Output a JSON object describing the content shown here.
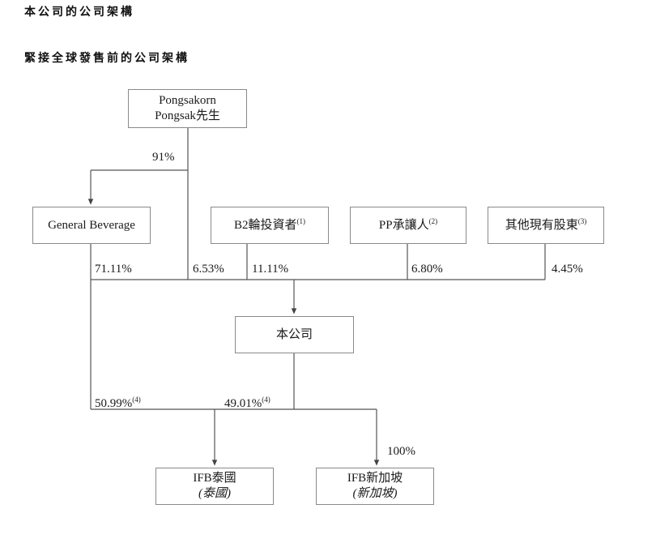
{
  "headings": {
    "main": "本公司的公司架構",
    "sub": "緊接全球發售前的公司架構"
  },
  "chart_data": {
    "type": "diagram",
    "title": "緊接全球發售前的公司架構",
    "nodes": [
      {
        "id": "pongsakorn",
        "line1": "Pongsakorn",
        "line2": "Pongsak先生",
        "footnote": ""
      },
      {
        "id": "general-beverage",
        "line1": "General Beverage",
        "line2": "",
        "footnote": ""
      },
      {
        "id": "b2-investors",
        "line1": "B2輪投資者",
        "line2": "",
        "footnote": "1"
      },
      {
        "id": "pp-transferee",
        "line1": "PP承讓人",
        "line2": "",
        "footnote": "2"
      },
      {
        "id": "other-holders",
        "line1": "其他現有股東",
        "line2": "",
        "footnote": "3"
      },
      {
        "id": "company",
        "line1": "本公司",
        "line2": "",
        "footnote": ""
      },
      {
        "id": "ifb-thailand",
        "line1": "IFB泰國",
        "line2": "(泰國)",
        "footnote": ""
      },
      {
        "id": "ifb-singapore",
        "line1": "IFB新加坡",
        "line2": "(新加坡)",
        "footnote": ""
      }
    ],
    "edges": [
      {
        "from": "pongsakorn",
        "to": "general-beverage",
        "value": "91%",
        "footnote": ""
      },
      {
        "from": "general-beverage",
        "to": "company",
        "value": "71.11%",
        "footnote": ""
      },
      {
        "from": "pongsakorn",
        "to": "company",
        "value": "6.53%",
        "footnote": ""
      },
      {
        "from": "b2-investors",
        "to": "company",
        "value": "11.11%",
        "footnote": ""
      },
      {
        "from": "pp-transferee",
        "to": "company",
        "value": "6.80%",
        "footnote": ""
      },
      {
        "from": "other-holders",
        "to": "company",
        "value": "4.45%",
        "footnote": ""
      },
      {
        "from": "general-beverage",
        "to": "ifb-thailand",
        "value": "50.99%",
        "footnote": "4"
      },
      {
        "from": "company",
        "to": "ifb-thailand",
        "value": "49.01%",
        "footnote": "4"
      },
      {
        "from": "company",
        "to": "ifb-singapore",
        "value": "100%",
        "footnote": ""
      }
    ]
  },
  "nodes": {
    "pongsakorn": {
      "line1": "Pongsakorn",
      "line2": "Pongsak先生"
    },
    "general_beverage": {
      "line1": "General Beverage"
    },
    "b2_investors": {
      "line1": "B2輪投資者",
      "footnote": "(1)"
    },
    "pp_transferee": {
      "line1": "PP承讓人",
      "footnote": "(2)"
    },
    "other_holders": {
      "line1": "其他現有股東",
      "footnote": "(3)"
    },
    "company": {
      "line1": "本公司"
    },
    "ifb_thailand": {
      "line1": "IFB泰國",
      "line2": "(泰國)"
    },
    "ifb_singapore": {
      "line1": "IFB新加坡",
      "line2": "(新加坡)"
    }
  },
  "labels": {
    "pct_91": {
      "value": "91%"
    },
    "pct_7111": {
      "value": "71.11%"
    },
    "pct_653": {
      "value": "6.53%"
    },
    "pct_1111": {
      "value": "11.11%"
    },
    "pct_680": {
      "value": "6.80%"
    },
    "pct_445": {
      "value": "4.45%"
    },
    "pct_5099": {
      "value": "50.99%",
      "footnote": "(4)"
    },
    "pct_4901": {
      "value": "49.01%",
      "footnote": "(4)"
    },
    "pct_100": {
      "value": "100%"
    }
  },
  "colors": {
    "line": "#555555",
    "box_border": "#8a8a8a",
    "text": "#1a1a1a",
    "background": "#ffffff"
  }
}
